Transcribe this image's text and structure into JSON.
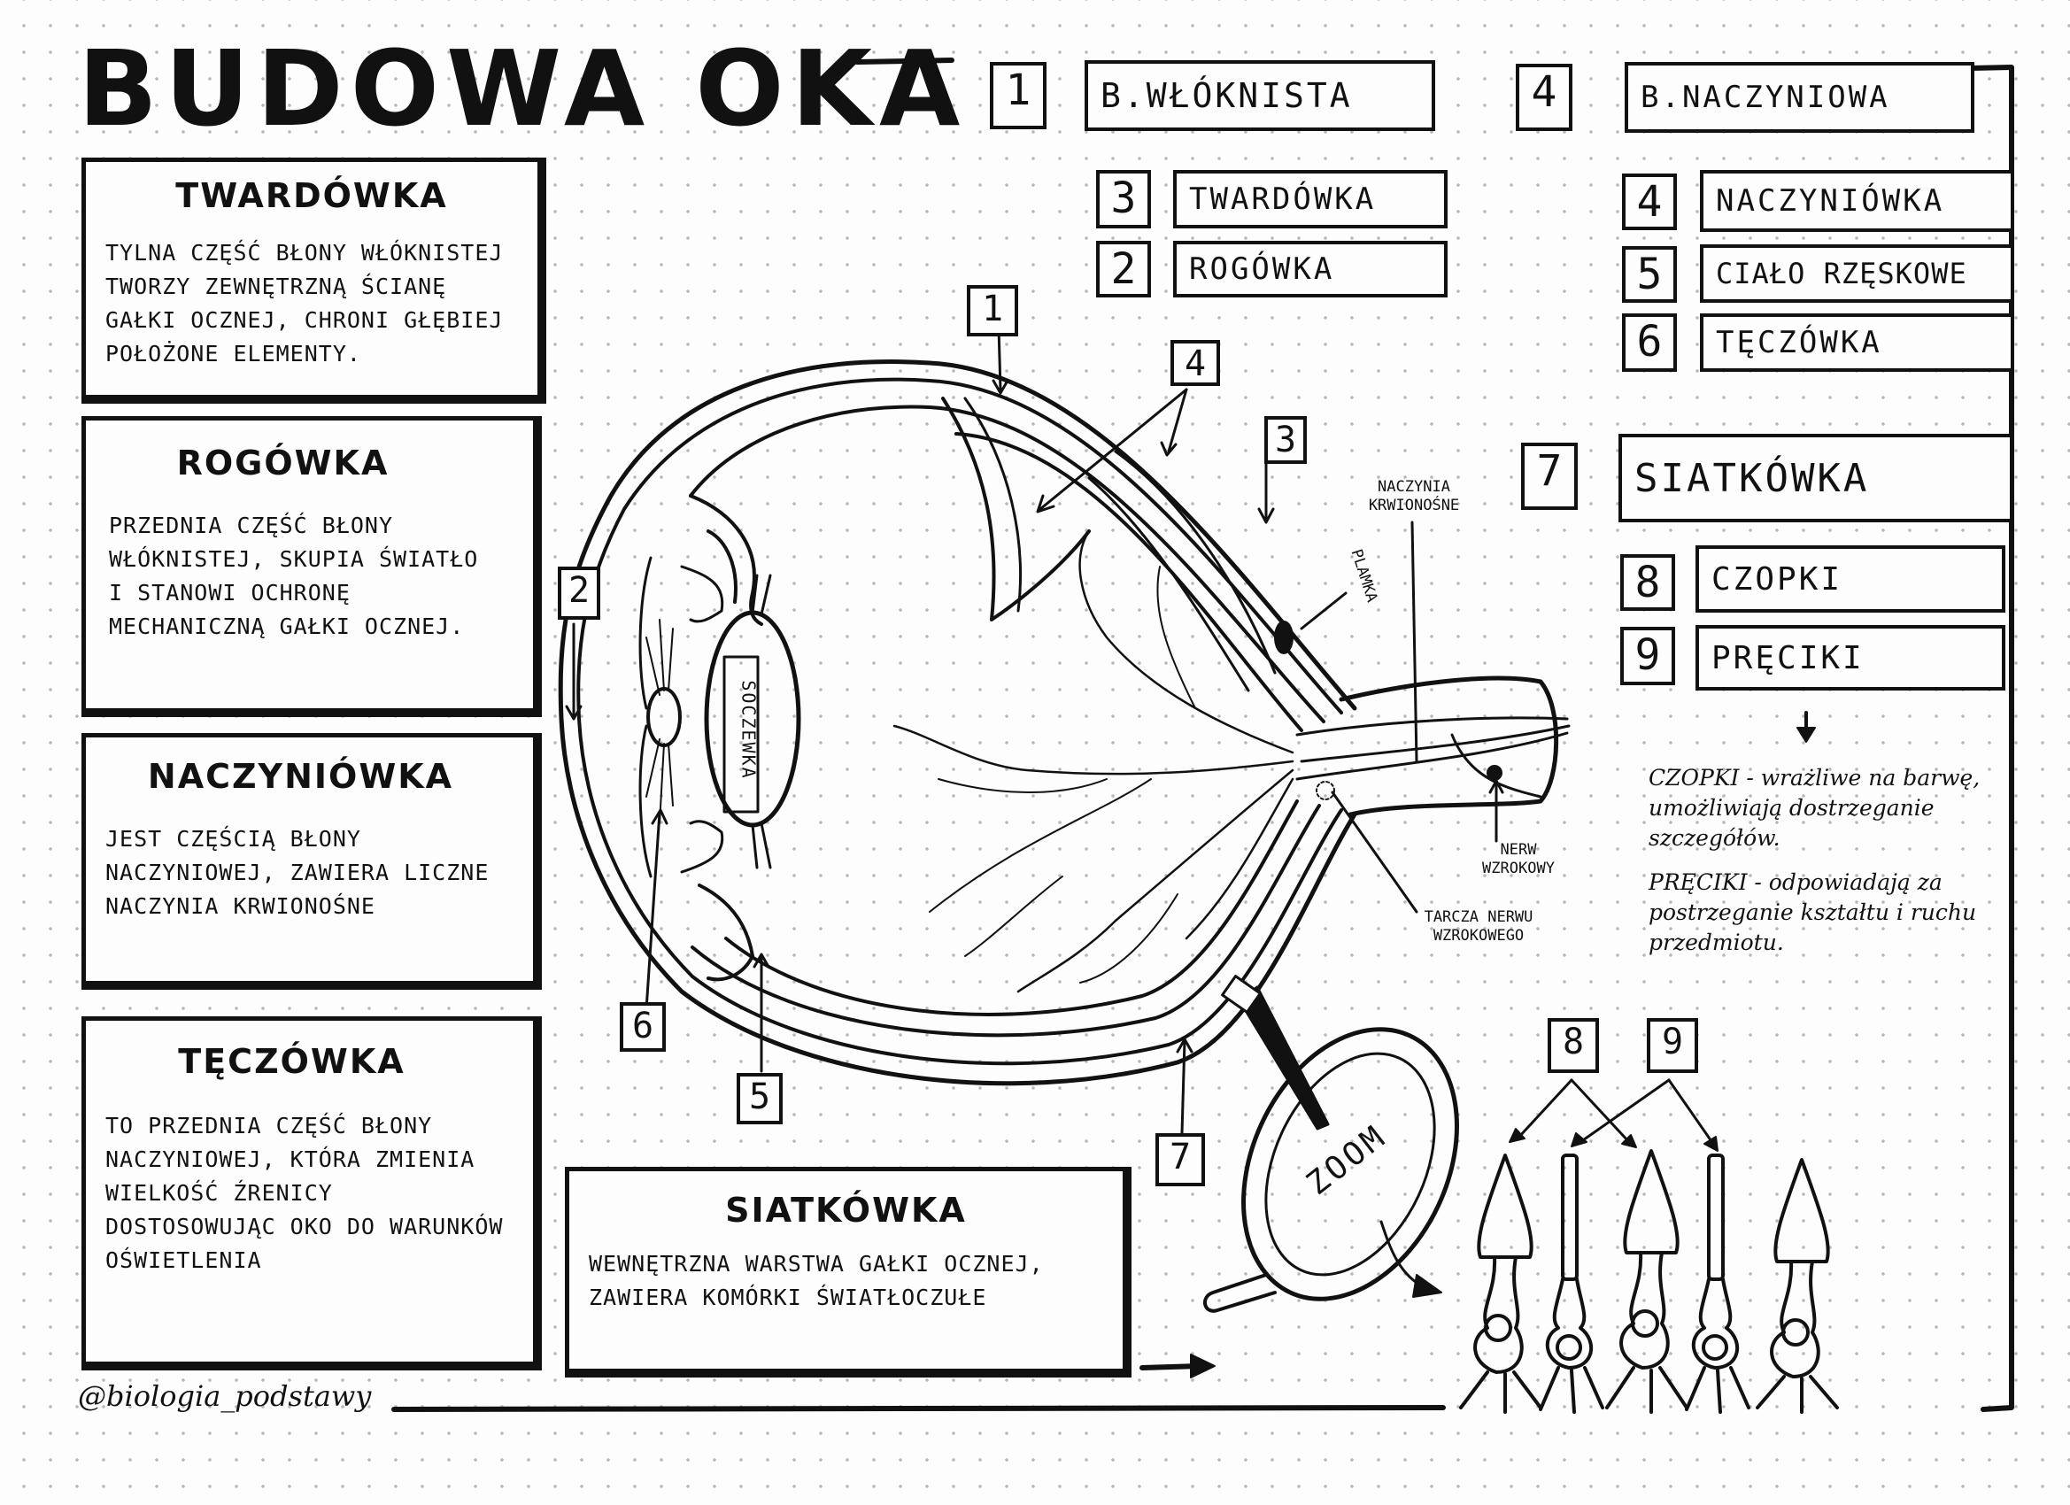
{
  "title": "BUDOWA OKA",
  "signature": "@biologia_podstawy",
  "info_boxes": {
    "twardowka": {
      "title": "TWARDÓWKA",
      "text": "TYLNA CZĘŚĆ BŁONY WŁÓKNISTEJ TWORZY ZEWNĘTRZNĄ ŚCIANĘ GAŁKI OCZNEJ, CHRONI GŁĘBIEJ POŁOŻONE ELEMENTY."
    },
    "rogowka": {
      "title": "ROGÓWKA",
      "text": "PRZEDNIA CZĘŚĆ BŁONY WŁÓKNISTEJ, SKUPIA ŚWIATŁO I STANOWI OCHRONĘ MECHANICZNĄ GAŁKI OCZNEJ."
    },
    "naczyniowka": {
      "title": "NACZYNIÓWKA",
      "text": "JEST CZĘŚCIĄ BŁONY NACZYNIOWEJ, ZAWIERA LICZNE NACZYNIA KRWIONOŚNE"
    },
    "teczowka": {
      "title": "TĘCZÓWKA",
      "text": "TO PRZEDNIA CZĘŚĆ BŁONY NACZYNIOWEJ, KTÓRA ZMIENIA WIELKOŚĆ ŹRENICY DOSTOSOWUJĄC OKO DO WARUNKÓW OŚWIETLENIA"
    },
    "siatkowka": {
      "title": "SIATKÓWKA",
      "text": "WEWNĘTRZNA WARSTWA GAŁKI OCZNEJ, ZAWIERA KOMÓRKI ŚWIATŁOCZUŁE"
    }
  },
  "legend": {
    "wloknista": {
      "num": "1",
      "label": "B.WŁÓKNISTA"
    },
    "twardowka": {
      "num": "3",
      "label": "TWARDÓWKA"
    },
    "rogowka": {
      "num": "2",
      "label": "ROGÓWKA"
    },
    "naczyniowa": {
      "num": "4",
      "label": "B.NACZYNIOWA"
    },
    "naczyniowka": {
      "num": "4",
      "label": "NACZYNIÓWKA"
    },
    "cialo_rzeskowe": {
      "num": "5",
      "label": "CIAŁO RZĘSKOWE"
    },
    "teczowka": {
      "num": "6",
      "label": "TĘCZÓWKA"
    },
    "siatkowka": {
      "num": "7",
      "label": "SIATKÓWKA"
    },
    "czopki": {
      "num": "8",
      "label": "CZOPKI"
    },
    "preciki": {
      "num": "9",
      "label": "PRĘCIKI"
    }
  },
  "photoreceptor_notes": {
    "czopki": "CZOPKI - wrażliwe na barwę, umożliwiają dostrzeganie szczegółów.",
    "preciki": "PRĘCIKI - odpowiadają za postrzeganie kształtu i ruchu przedmiotu."
  },
  "diagram": {
    "callouts": [
      "1",
      "4",
      "3",
      "2",
      "6",
      "5",
      "7"
    ],
    "labels": {
      "soczewka": "SOCZEWKA",
      "naczynia": "NACZYNIA KRWIONOŚNE",
      "plamka": "PLAMKA",
      "nerw": "NERW WZROKOWY",
      "tarcza": "TARCZA NERWU WZROKOWEGO",
      "zoom": "ZOOM"
    },
    "cell_callouts": [
      "8",
      "9"
    ]
  }
}
